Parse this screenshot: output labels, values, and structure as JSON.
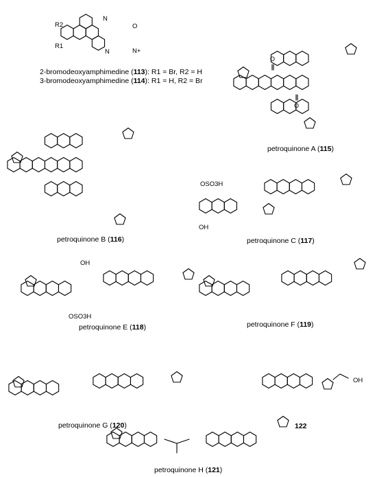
{
  "structures": {
    "c113_114": {
      "name": "2-bromodeoxyamphimedine",
      "num": "113",
      "sub": ": R1 = Br, R2 = H",
      "name2": "3-bromodeoxyamphimedine",
      "num2": "114",
      "sub2": ": R1 = H, R2 = Br",
      "atoms": [
        "R2",
        "R1",
        "N",
        "N",
        "N+",
        "O"
      ]
    },
    "c115": {
      "name": "petroquinone A",
      "num": "115"
    },
    "c116": {
      "name": "petroquinone B",
      "num": "116"
    },
    "c117": {
      "name": "petroquinone C",
      "num": "117",
      "atoms": [
        "OSO3H",
        "OH"
      ]
    },
    "c118": {
      "name": "petroquinone E",
      "num": "118",
      "atoms": [
        "OH",
        "OSO3H"
      ]
    },
    "c119": {
      "name": "petroquinone F",
      "num": "119"
    },
    "c120": {
      "name": "petroquinone G",
      "num": "120"
    },
    "c121": {
      "name": "petroquinone H",
      "num": "121"
    },
    "c122": {
      "num": "122",
      "atoms": [
        "OH"
      ]
    }
  }
}
